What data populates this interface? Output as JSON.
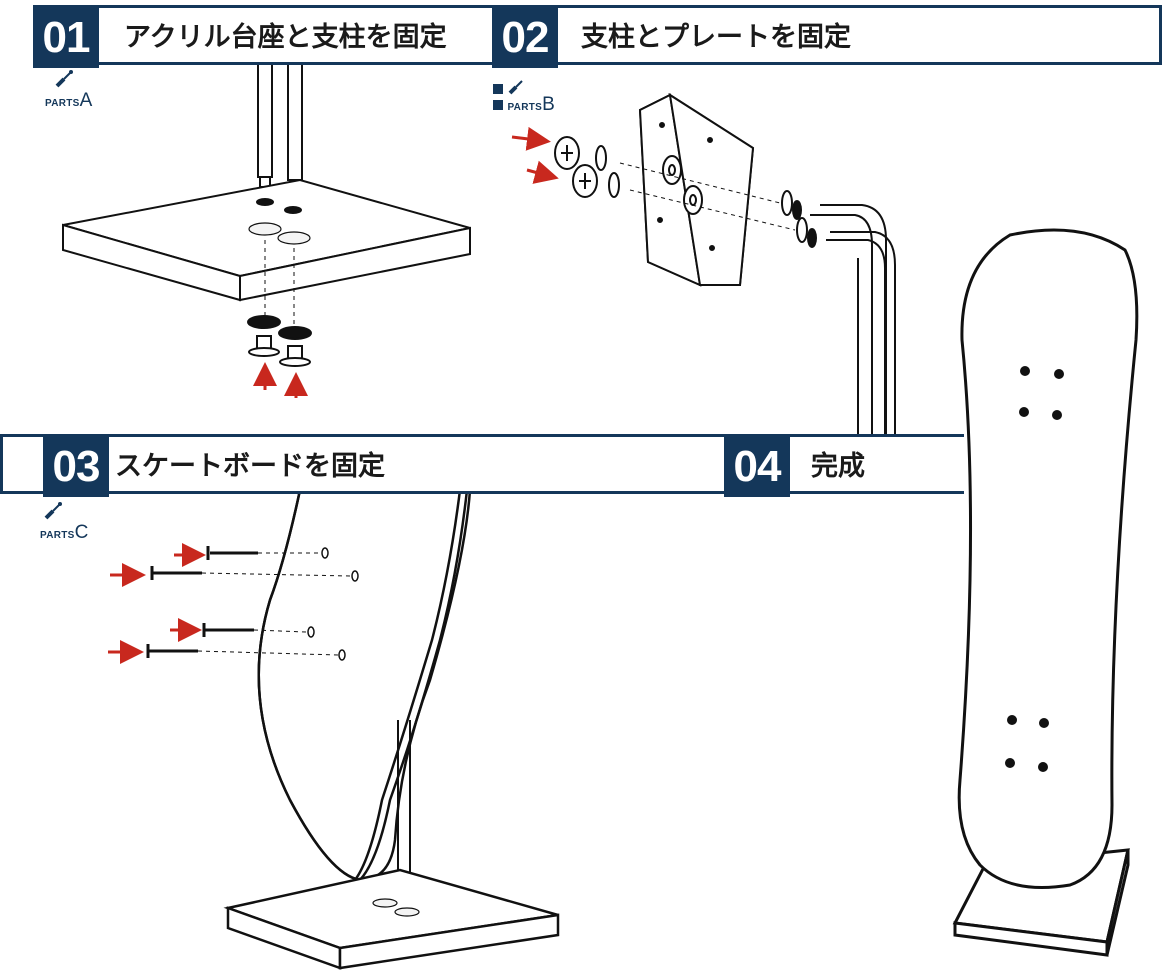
{
  "steps": [
    {
      "number": "01",
      "title": "アクリル台座と支柱を固定"
    },
    {
      "number": "02",
      "title": "支柱とプレートを固定"
    },
    {
      "number": "03",
      "title": "スケートボードを固定"
    },
    {
      "number": "04",
      "title": "完成"
    }
  ],
  "parts": [
    {
      "prefix": "PARTS",
      "letter": "A",
      "icon": "screwdriver-icon"
    },
    {
      "prefix": "PARTS",
      "letter": "B",
      "icon": "screwdriver-icon"
    },
    {
      "prefix": "PARTS",
      "letter": "C",
      "icon": "screwdriver-icon"
    }
  ],
  "colors": {
    "navy": "#14375a",
    "arrow": "#c8281e",
    "line": "#111111"
  }
}
